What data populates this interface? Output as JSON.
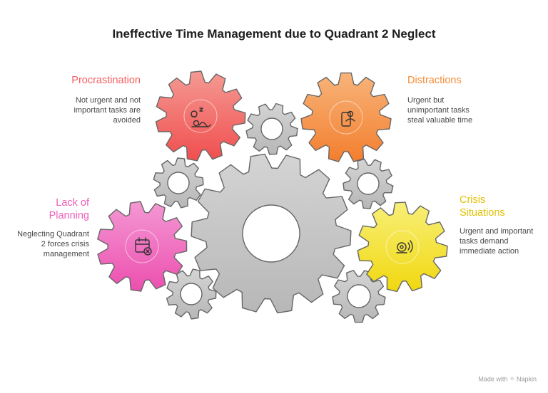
{
  "title": "Ineffective Time Management due to Quadrant 2 Neglect",
  "sections": {
    "procrastination": {
      "title": "Procrastination",
      "description": "Not urgent and not important tasks are avoided",
      "color": "#f45f5f",
      "icon": "sleeping-person-icon"
    },
    "distractions": {
      "title": "Distractions",
      "description": "Urgent but unimportant tasks steal valuable time",
      "color": "#f58d38",
      "icon": "person-phone-icon"
    },
    "planning": {
      "title": "Lack of Planning",
      "description": "Neglecting Quadrant 2 forces crisis management",
      "color": "#ee5fb8",
      "icon": "calendar-cross-icon"
    },
    "crisis": {
      "title": "Crisis Situations",
      "description": "Urgent and important tasks demand immediate action",
      "color": "#f2dc1e",
      "icon": "alarm-bell-icon"
    }
  },
  "footer": {
    "text": "Made with",
    "brand": "Napkin"
  }
}
